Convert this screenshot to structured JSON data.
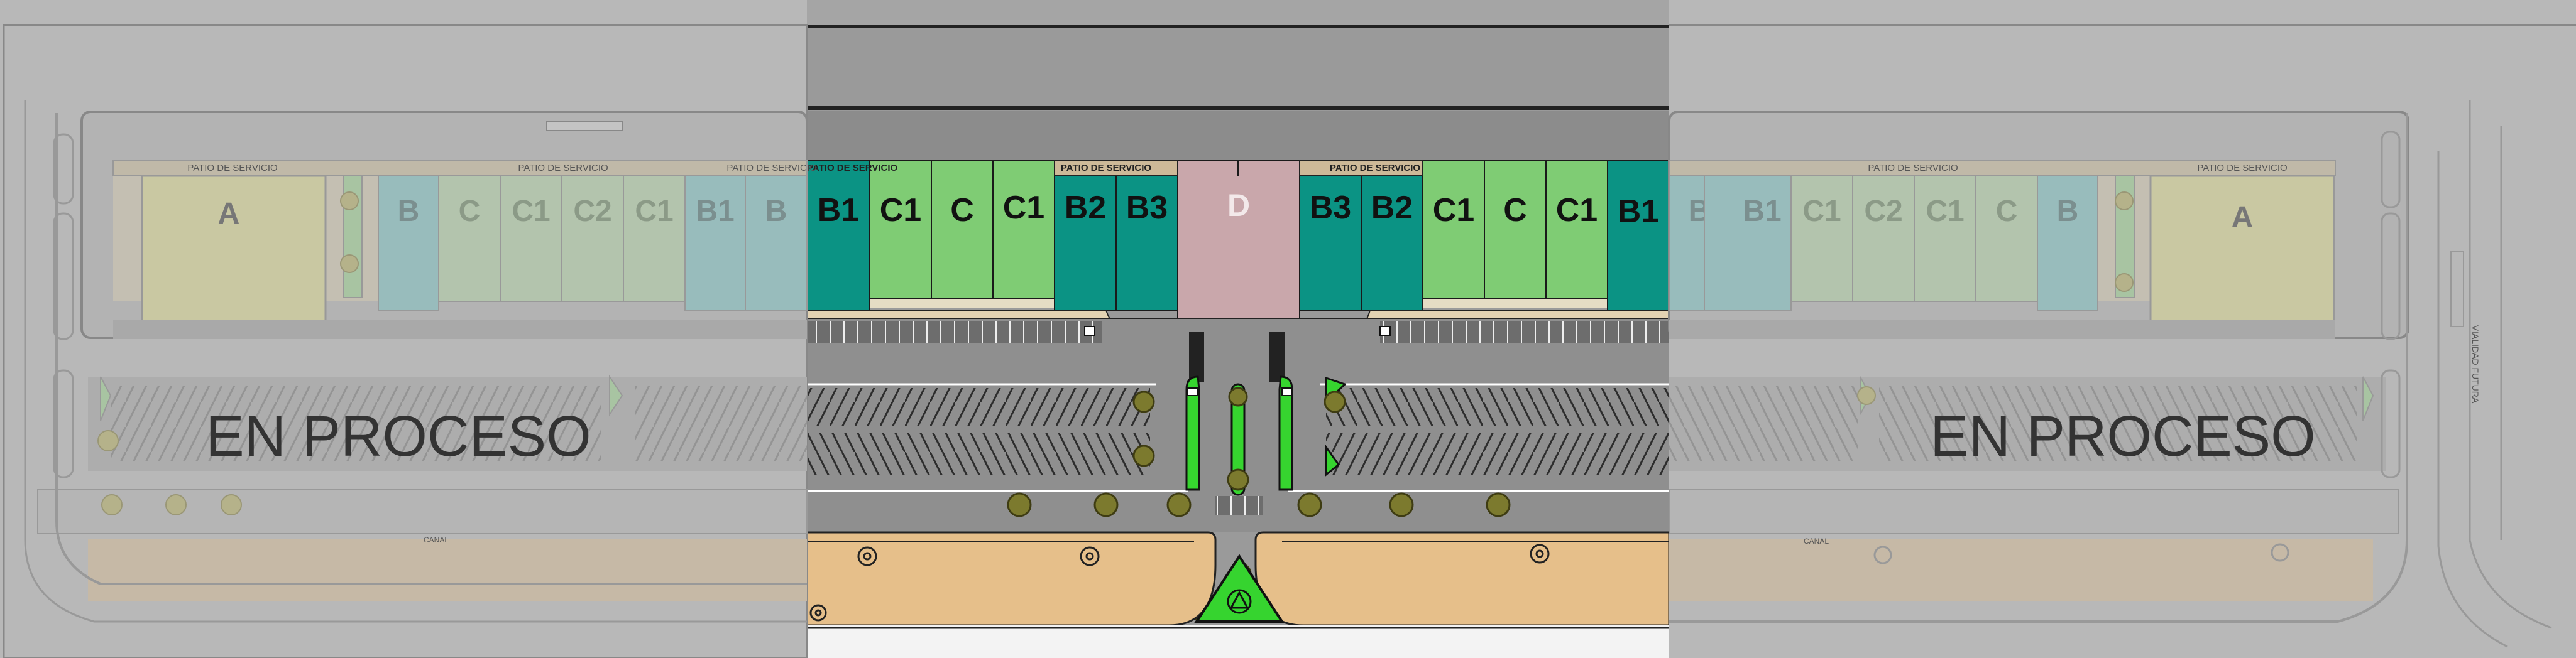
{
  "plan": {
    "service_patio_label": "PATIO DE SERVICIO",
    "in_progress_label": "EN PROCESO",
    "canal_label": "CANAL",
    "street_label": "VIALIDAD FUTURA",
    "center_units": [
      "B1",
      "C1",
      "C",
      "C1",
      "B2",
      "B3",
      "D",
      "B3",
      "B2",
      "C1",
      "C",
      "C1",
      "B1"
    ],
    "left_units": [
      "A",
      "B",
      "C",
      "C1",
      "C2",
      "C1",
      "B1",
      "B"
    ],
    "right_units": [
      "B",
      "B1",
      "C1",
      "C2",
      "C1",
      "C",
      "B",
      "A"
    ],
    "colors": {
      "teal_unit": "#0b9384",
      "green_unit": "#7fcc74",
      "anchor_unit": "#c9a7ab",
      "asphalt": "#8f8f8f",
      "sand": "#e6bf8a",
      "landscape": "#36d42f",
      "faded_overlay": "#b8b8b8"
    }
  }
}
